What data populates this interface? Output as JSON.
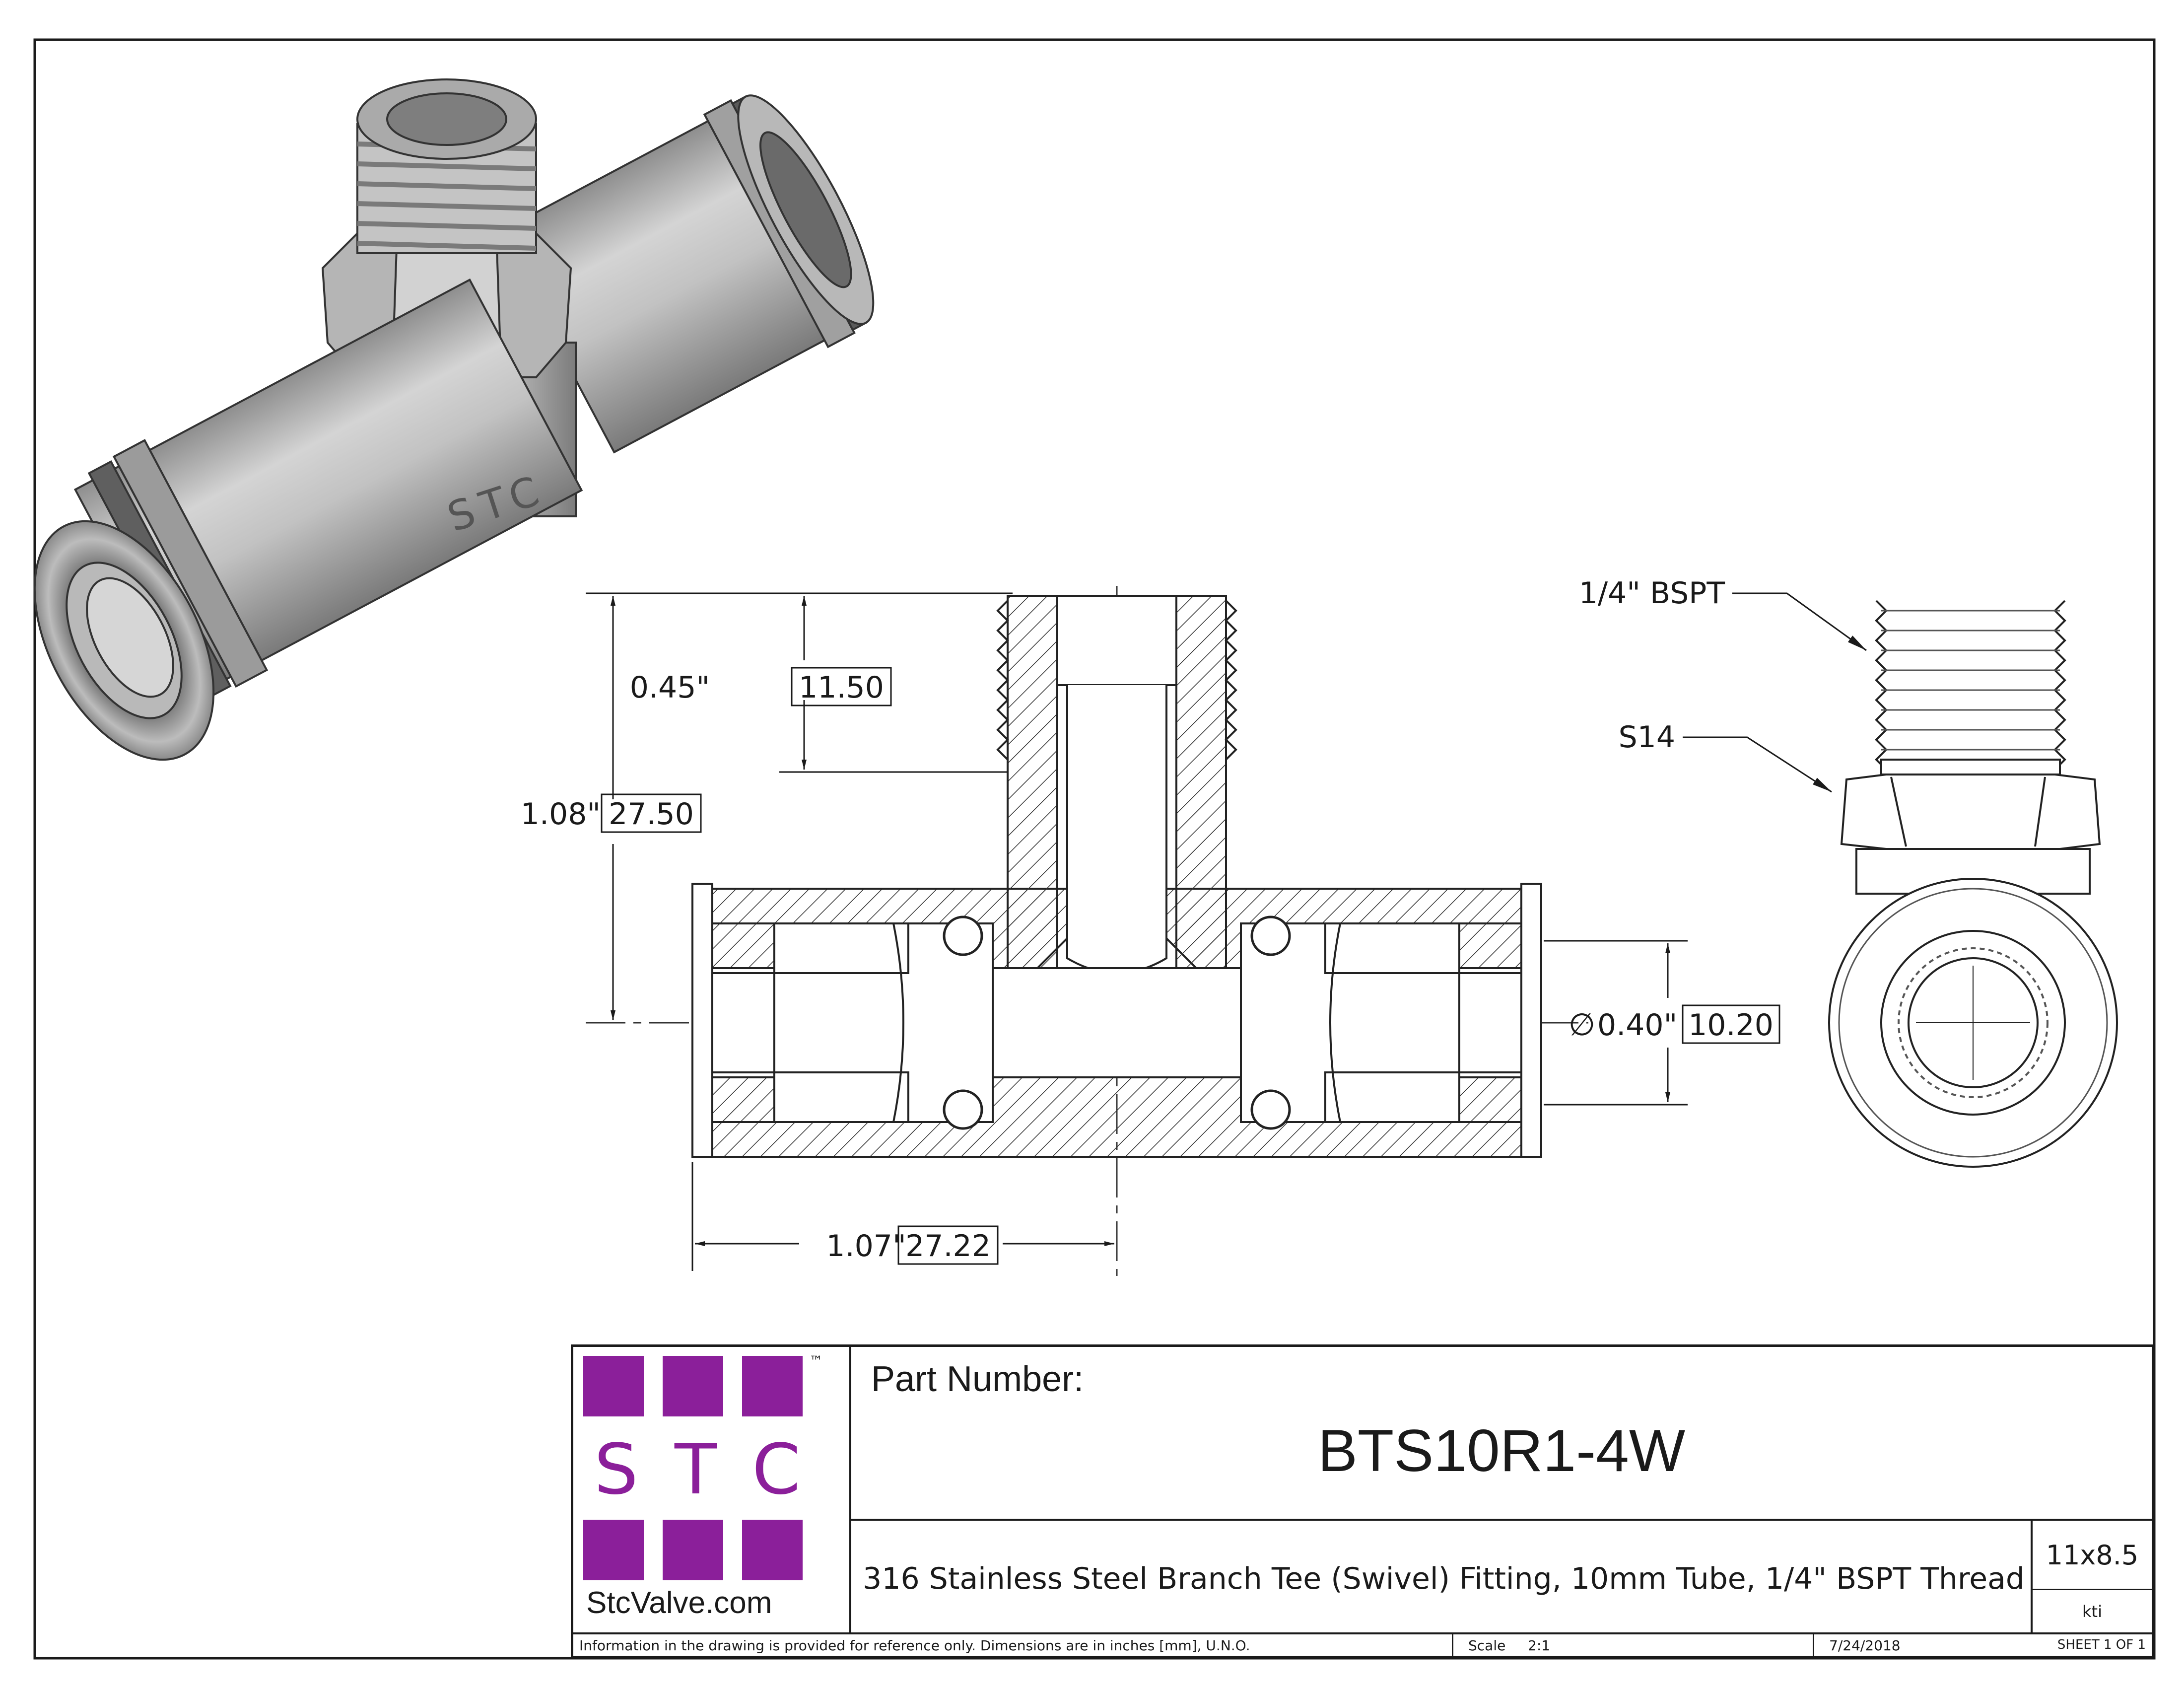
{
  "drawing": {
    "iso_marking": "STC",
    "dims": {
      "branch_height": "0.45\"",
      "branch_height_mm": "11.50",
      "total_height": "1.08\"",
      "total_height_mm": "27.50",
      "bore_prefix": "∅",
      "bore": "0.40\"",
      "bore_mm": "10.20",
      "half_length": "1.07\"",
      "half_length_mm": "27.22"
    },
    "callouts": {
      "thread": "1/4\" BSPT",
      "hex": "S14"
    }
  },
  "title_block": {
    "logo": {
      "letters": [
        "S",
        "T",
        "C"
      ],
      "trademark": "™",
      "website": "StcValve.com",
      "color": "#8b1f9a"
    },
    "part_number_label": "Part Number:",
    "part_number": "BTS10R1-4W",
    "description": "316 Stainless Steel Branch Tee (Swivel) Fitting, 10mm Tube, 1/4\" BSPT Thread",
    "sheet_size": "11x8.5",
    "drawn_by": "kti",
    "note": "Information in the drawing is provided for reference only. Dimensions are in inches [mm], U.N.O.",
    "scale_label": "Scale",
    "scale_value": "2:1",
    "date": "7/24/2018",
    "sheet": "SHEET 1 OF 1"
  }
}
